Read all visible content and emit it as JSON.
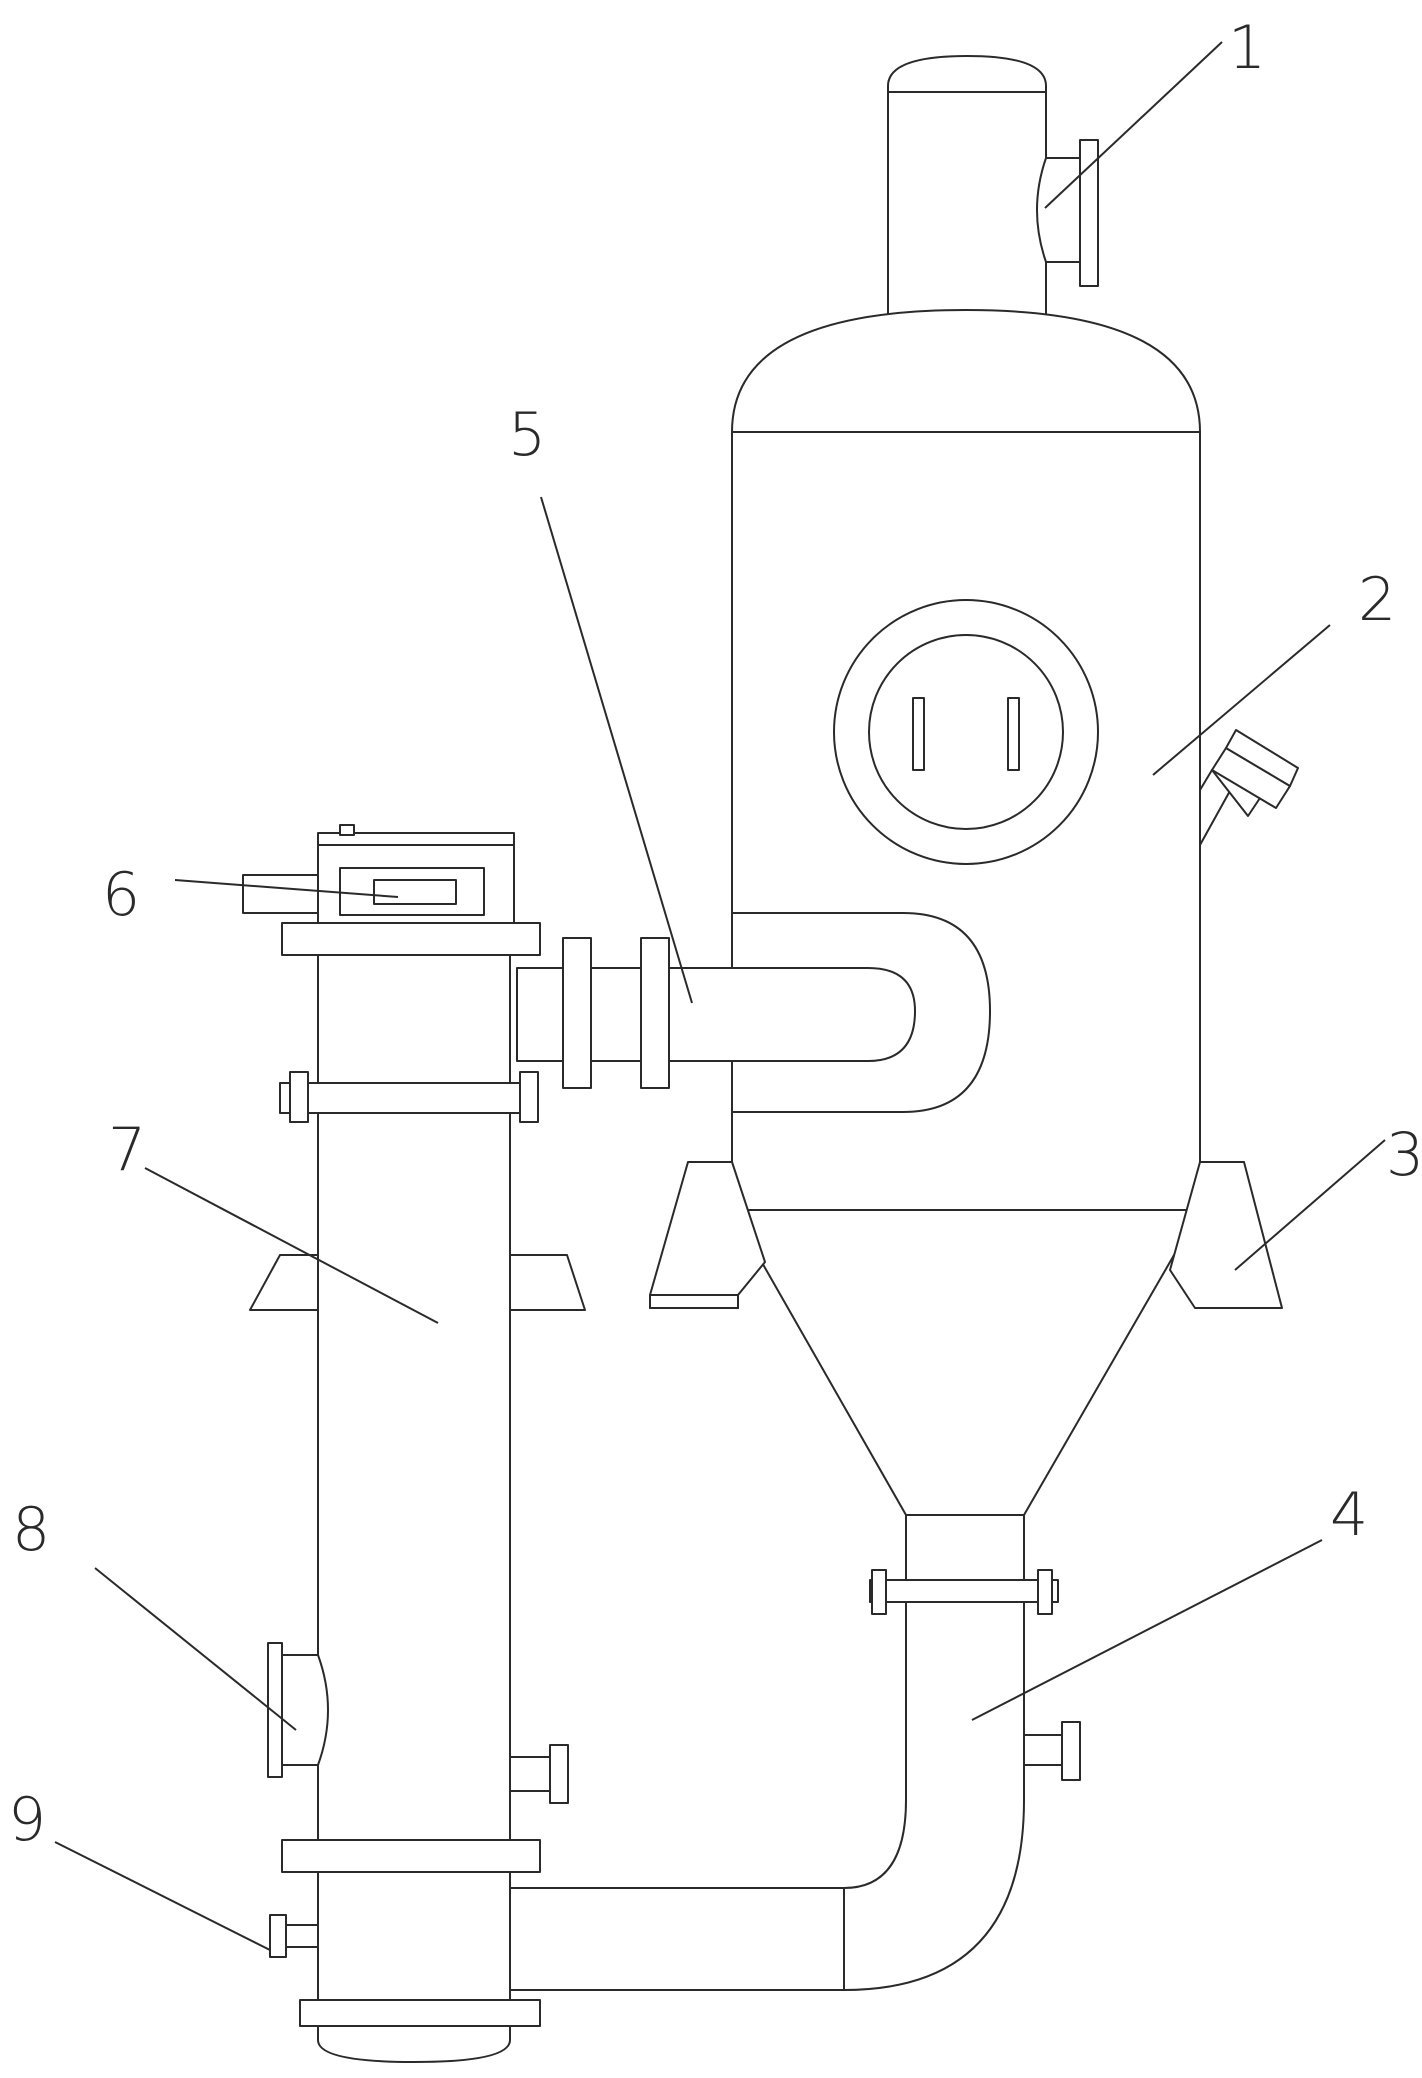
{
  "diagram": {
    "part_numbers": [
      "1",
      "2",
      "3",
      "4",
      "5",
      "6",
      "7",
      "8",
      "9"
    ],
    "line_color": "#2a2a2a",
    "background": "#ffffff"
  }
}
